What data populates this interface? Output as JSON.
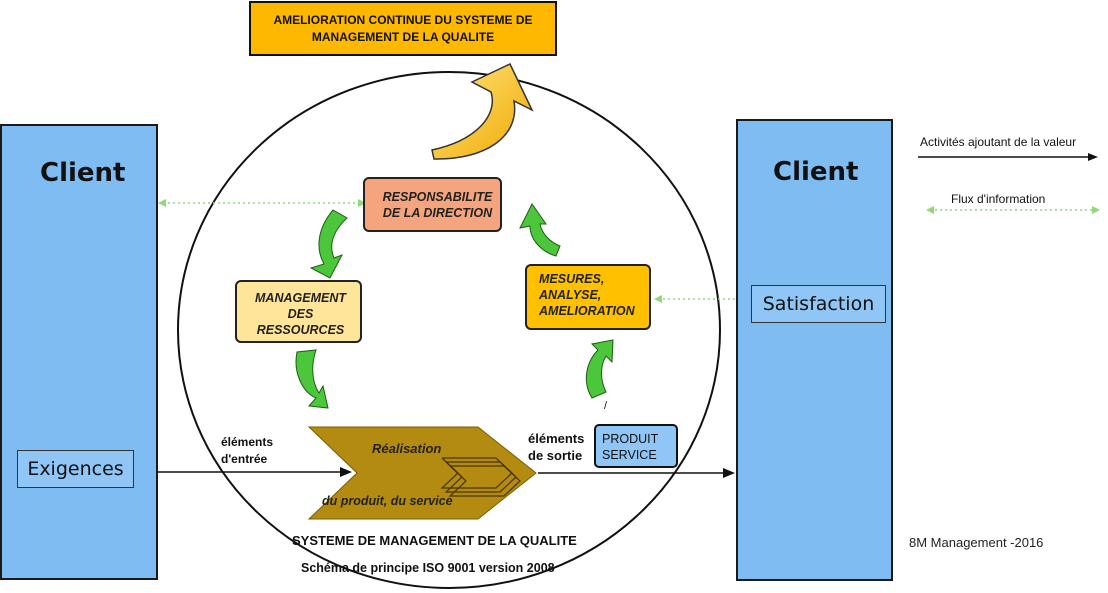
{
  "banner": {
    "title": "AMELIORATION CONTINUE DU SYSTEME  DE MANAGEMENT DE LA QUALITE"
  },
  "left_client": {
    "title": "Client",
    "input_label": "Exigences"
  },
  "right_client": {
    "title": "Client",
    "output_label": "Satisfaction"
  },
  "processes": {
    "direction": "RESPONSABILITE DE LA DIRECTION",
    "resources": "MANAGEMENT DES RESSOURCES",
    "measures": "MESURES, ANALYSE, AMELIORATION",
    "realisation_top": "Réalisation",
    "realisation_bottom": "du produit, du service"
  },
  "flow_labels": {
    "inputs": "éléments d'entrée",
    "outputs": "éléments de sortie",
    "product": "PRODUIT SERVICE",
    "slash": "/"
  },
  "legend": {
    "value_activities": "Activités ajoutant de la valeur",
    "info_flow": "Flux d'information"
  },
  "footer": {
    "system_title": "SYSTEME DE MANAGEMENT DE LA QUALITE",
    "subtitle": "Schéma de principe ISO 9001 version 2008",
    "credit": "8M Management -2016"
  },
  "colors": {
    "client_blue": "#7fbcf2",
    "banner_orange": "#ffb800",
    "direction_salmon": "#f4a57e",
    "resources_cream": "#ffe599",
    "measures_orange": "#ffc000",
    "realisation_gold": "#b38b10",
    "cycle_green": "#4cc63a",
    "info_flow_green": "#7fd36a"
  }
}
